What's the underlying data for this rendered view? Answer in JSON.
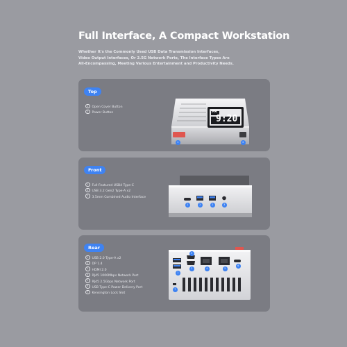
{
  "headline": "Full Interface, A Compact Workstation",
  "subtext": {
    "line1": "Whether It's the Commonly Used USB Data Transmission Interfaces,",
    "line2": "Video Output Interfaces, Or 2.5G Network Ports, The Interface Types Are",
    "line3": "All-Encompassing, Meeting Various Entertainment and Productivity Needs."
  },
  "cards": {
    "top": {
      "tag": "Top",
      "items": [
        {
          "num": "1",
          "label": "Open Cover Button"
        },
        {
          "num": "2",
          "label": "Power Button"
        }
      ],
      "screen": {
        "ampm": "PM",
        "time": "9:20"
      }
    },
    "front": {
      "tag": "Front",
      "items": [
        {
          "num": "1",
          "label": "Full-Featured USB4 Type-C"
        },
        {
          "num": "2",
          "label": "USB 3.2 Gen2 Type-A x2"
        },
        {
          "num": "3",
          "label": "3.5mm Combined Audio Interface"
        }
      ],
      "markers": [
        "1",
        "2",
        "2",
        "3"
      ]
    },
    "rear": {
      "tag": "Rear",
      "items": [
        {
          "num": "1",
          "label": "USB 2.0 Type-A x2"
        },
        {
          "num": "2",
          "label": "DP 1.4"
        },
        {
          "num": "3",
          "label": "HDMI 2.0"
        },
        {
          "num": "4",
          "label": "RJ45 1000Mbps Network Port"
        },
        {
          "num": "5",
          "label": "RJ45 2.5Gbps Network Port"
        },
        {
          "num": "6",
          "label": "USB Type-C Power Delivery Port"
        },
        {
          "num": "7",
          "label": "Kensington Lock Slot"
        }
      ],
      "markers": [
        "1",
        "2",
        "3",
        "4",
        "5",
        "6",
        "7"
      ]
    }
  },
  "colors": {
    "background": "#9a9ba1",
    "card": "#7b7c83",
    "tag": "#3f83f2",
    "marker": "#3f83f2",
    "accent_red": "#e0564f"
  }
}
